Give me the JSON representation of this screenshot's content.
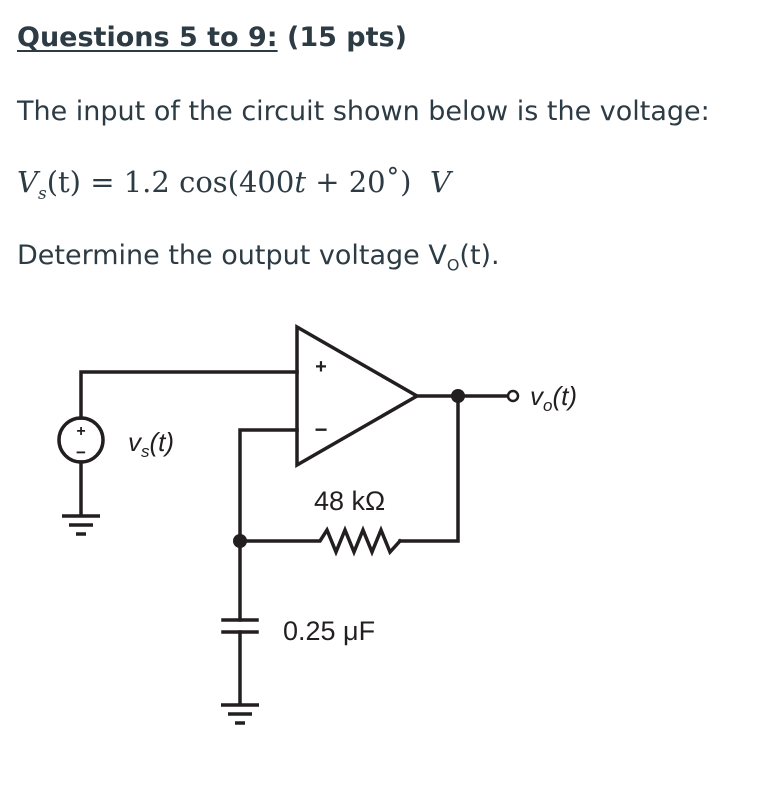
{
  "heading": {
    "part_underlined": "Questions 5 to 9:",
    "part_rest": " (15 pts)"
  },
  "problem": {
    "intro": "The input of the circuit shown below is the voltage:",
    "equation": {
      "lhs_var": "V",
      "lhs_sub": "s",
      "lhs_arg": "(t)",
      "equals": "=",
      "rhs": "1.2 cos(400",
      "rhs_t": "t",
      "rhs_tail": " + 20˚)",
      "unit": "V"
    },
    "task_pre": "Determine the output voltage V",
    "task_sub": "O",
    "task_post": "(t)."
  },
  "circuit": {
    "opamp_plus": "+",
    "opamp_minus": "−",
    "source_plus": "+",
    "source_minus": "−",
    "source_label_v": "v",
    "source_label_sub": "s",
    "source_label_arg": "(t)",
    "output_label_v": "v",
    "output_label_sub": "o",
    "output_label_arg": "(t)",
    "resistor_label": "48 kΩ",
    "capacitor_label": "0.25 μF"
  },
  "colors": {
    "text": "#2d3b45",
    "wire": "#231f20"
  }
}
